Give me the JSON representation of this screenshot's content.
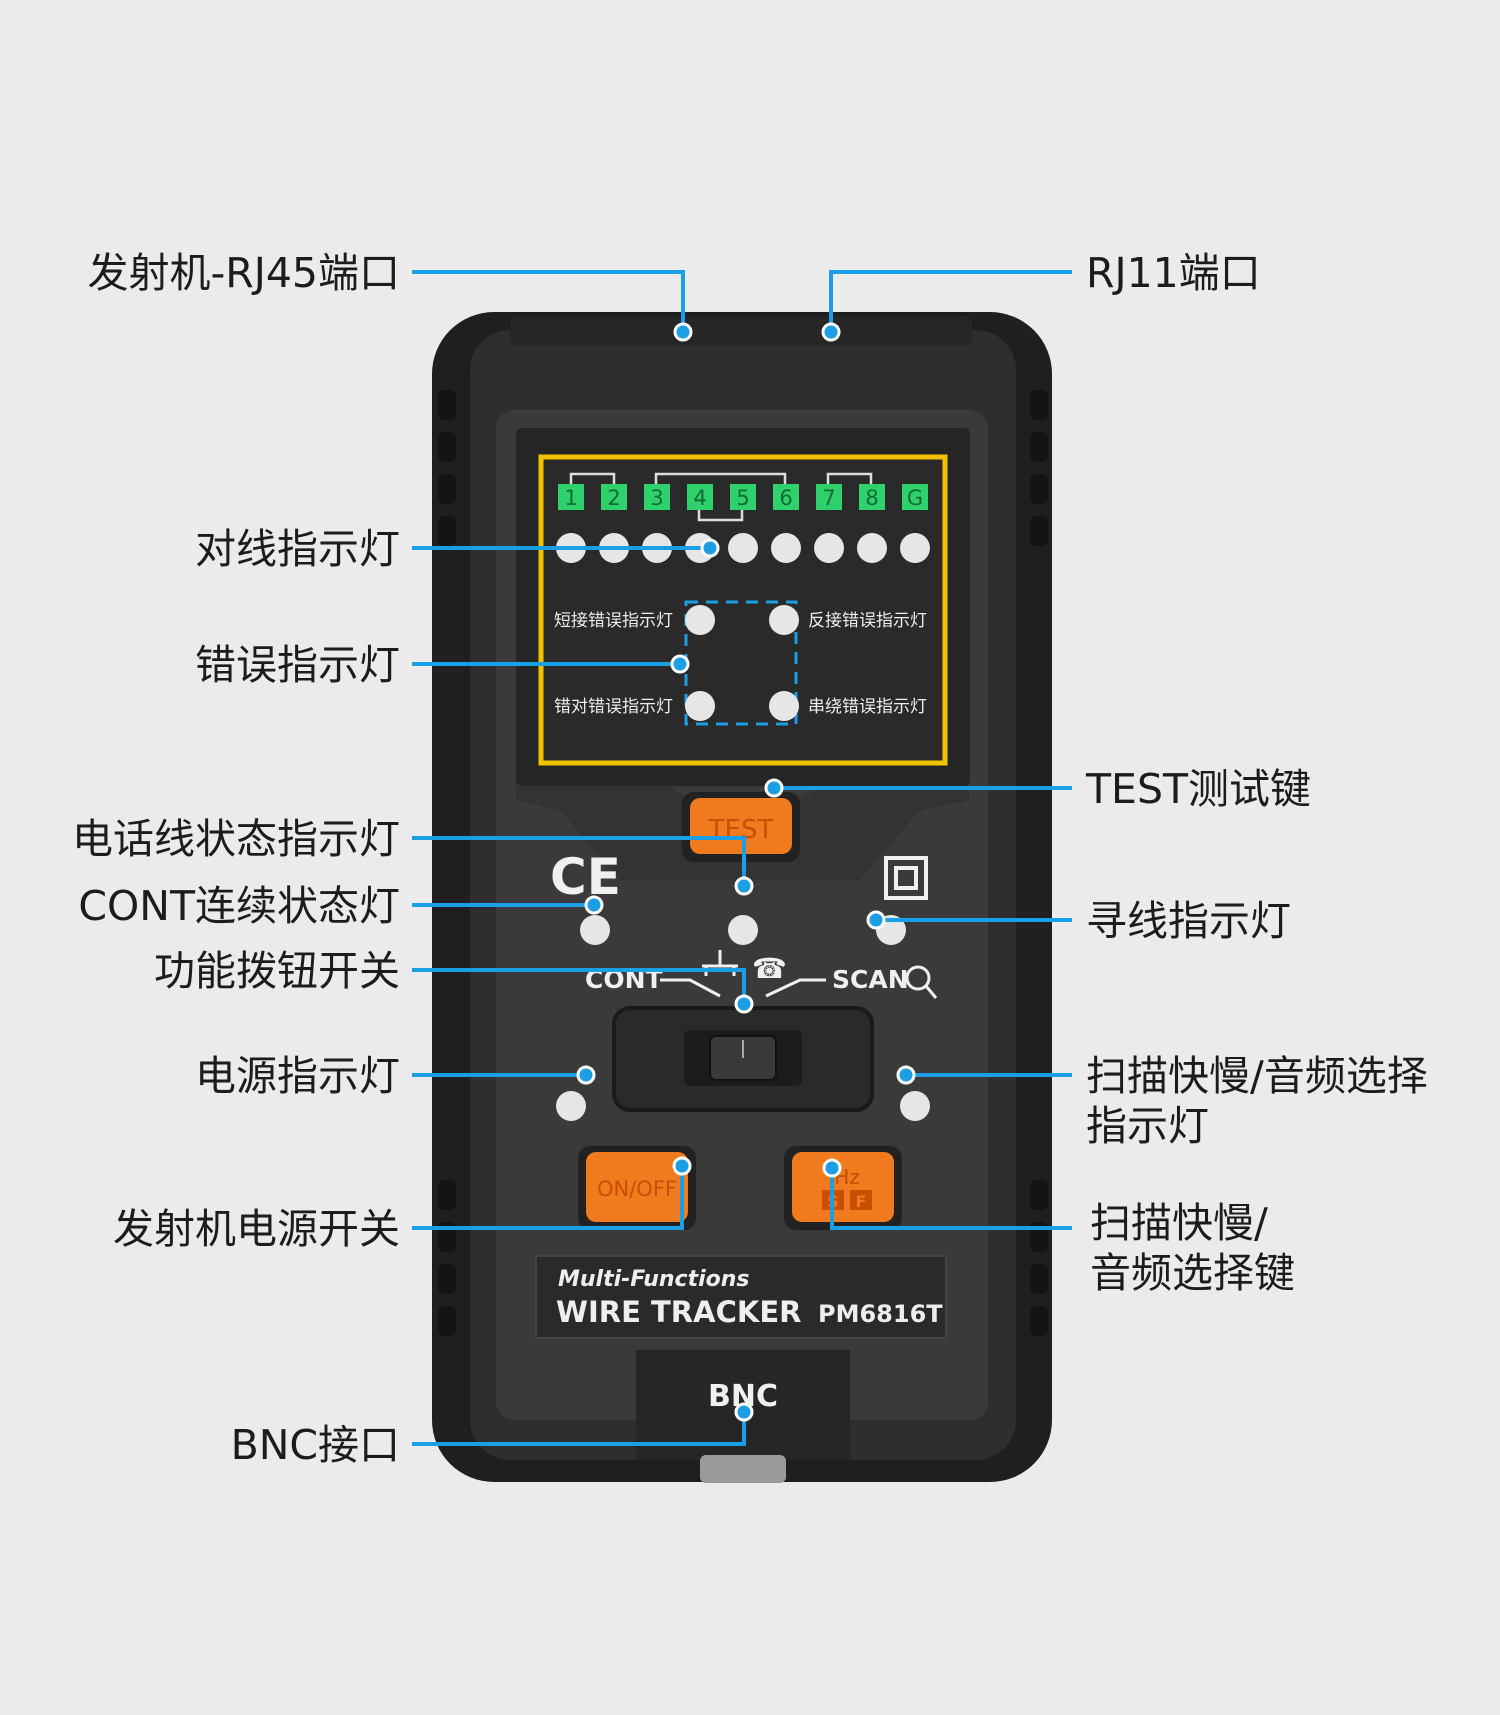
{
  "colors": {
    "background": "#ebebeb",
    "callout_line": "#1a9ee6",
    "device_body": "#2b2b2b",
    "panel": "#3d3d3d",
    "screen": "#232323",
    "screen_border": "#f2c200",
    "pin_label": "#2ed16b",
    "led": "#e6e6e6",
    "orange_button": "#f07a1e"
  },
  "labels": {
    "rj45_port": "发射机-RJ45端口",
    "rj11_port": "RJ11端口",
    "wiremap_led": "对线指示灯",
    "error_led": "错误指示灯",
    "test_key": "TEST测试键",
    "phone_led": "电话线状态指示灯",
    "cont_led": "CONT连续状态灯",
    "scan_led": "寻线指示灯",
    "function_switch": "功能拨钮开关",
    "power_led": "电源指示灯",
    "speed_led_1": "扫描快慢/音频选择",
    "speed_led_2": "指示灯",
    "tx_power_switch": "发射机电源开关",
    "speed_key_1": "扫描快慢/",
    "speed_key_2": "音频选择键",
    "bnc_port": "BNC接口"
  },
  "device": {
    "pins": [
      "1",
      "2",
      "3",
      "4",
      "5",
      "6",
      "7",
      "8",
      "G"
    ],
    "err_short": "短接错误指示灯",
    "err_reverse": "反接错误指示灯",
    "err_split": "错对错误指示灯",
    "err_cross": "串绕错误指示灯",
    "test_btn": "TEST",
    "ce_mark": "CE",
    "cont_text": "CONT",
    "scan_text": "SCAN",
    "onoff_btn": "ON/OFF",
    "hz_text": "Hz",
    "s_text": "S",
    "f_text": "F",
    "brand_line1": "Multi-Functions",
    "brand_line2": "WIRE TRACKER",
    "model": "PM6816T",
    "bnc_text": "BNC"
  }
}
